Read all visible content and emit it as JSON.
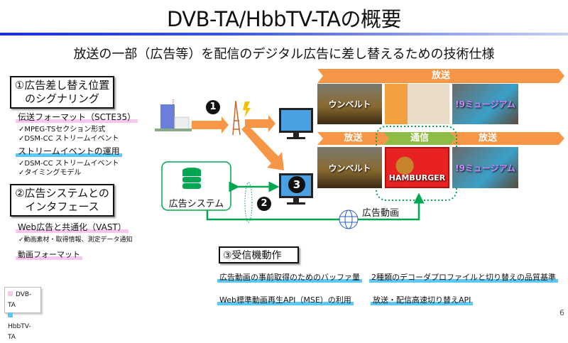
{
  "title": "DVB-TA/HbbTV-TAの概要",
  "subtitle": "放送の一部（広告等）を配信のデジタル広告に差し替えるための技術仕様",
  "section1": {
    "heading_line1": "①広告差し替え位置",
    "heading_line2": "のシグナリング",
    "topic1": "伝送フォーマット（SCTE35）",
    "topic1_items": [
      "✓MPEG-TSセクション形式",
      "✓DSM-CC ストリームイベント"
    ],
    "topic2": "ストリームイベントの運用",
    "topic2_items": [
      "✓DSM-CC ストリームイベント",
      "✓タイミングモデル"
    ]
  },
  "section2": {
    "heading_line1": "②広告システムとの",
    "heading_line2": "インタフェース",
    "topic1": "Web広告と共通化（VAST）",
    "topic1_items": [
      "✓動画素材・取得情報、測定データ通知"
    ],
    "topic2": "動画フォーマット"
  },
  "section3": {
    "heading": "③受信機動作",
    "items": [
      "広告動画の事前取得のためのバッファ量",
      "2種類のデコーダプロファイルと切り替えの品質基準",
      "Web標準動画再生API（MSE）の利用",
      "放送・配信高速切り替えAPI"
    ]
  },
  "legend": [
    {
      "label": "DVB-TA",
      "color": "#f9c6f0"
    },
    {
      "label": "HbbTV-TA",
      "color": "#5bc8f5"
    }
  ],
  "diagram": {
    "badges": [
      "1",
      "2",
      "3"
    ],
    "ad_system": "広告システム",
    "ad_video": "広告動画",
    "row1_banner": "放送",
    "row2_banners": [
      "放送",
      "通信",
      "放送"
    ],
    "thumb_titles": [
      "ウンベルト",
      "",
      "!9ミュージアム"
    ],
    "ad_thumb": "HAMBURGER"
  },
  "colors": {
    "orange": "#f79646",
    "green": "#00a650",
    "comm": "#8fbc45"
  },
  "page_number": "6"
}
